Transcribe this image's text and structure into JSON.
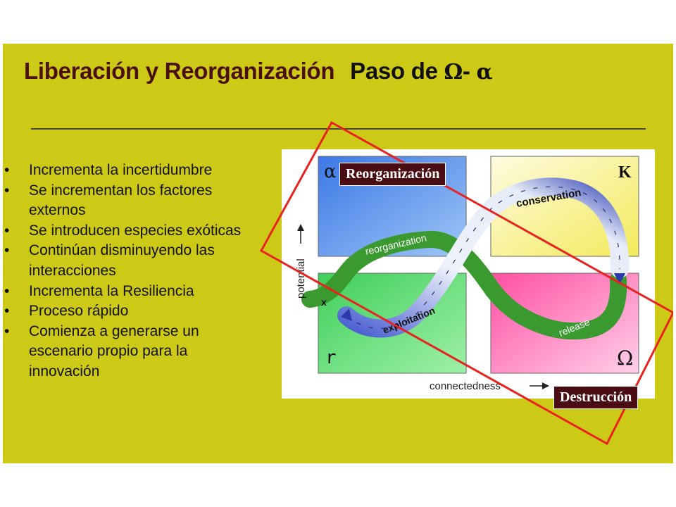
{
  "slide": {
    "title_part1": "Liberación y Reorganización",
    "title_part2": "Paso de ",
    "title_omega": "Ω",
    "title_dash": "- ",
    "title_alpha": "α"
  },
  "bullets": [
    "Incrementa la incertidumbre",
    "Se incrementan los factores externos",
    "Se introducen especies exóticas",
    "Continúan disminuyendo las interacciones",
    "Incrementa la Resiliencia",
    "Proceso rápido",
    "Comienza a generarse un escenario propio para la innovación"
  ],
  "figure": {
    "quadrant_alpha": "α",
    "quadrant_k": "K",
    "quadrant_r": "r",
    "quadrant_omega": "Ω",
    "axis_y": "potential",
    "axis_x": "connectedness",
    "loop_reorganization": "reorganization",
    "loop_conservation": "conservation",
    "loop_exploitation": "exploitation",
    "loop_release": "release",
    "marker_x": "x"
  },
  "labels": {
    "reorganizacion": "Reorganización",
    "destruccion": "Destrucción"
  },
  "colors": {
    "slide_background": "#cdc917",
    "title_color": "#4a1010",
    "label_background": "#4a0d14",
    "highlight_rect": "#e8231f"
  }
}
